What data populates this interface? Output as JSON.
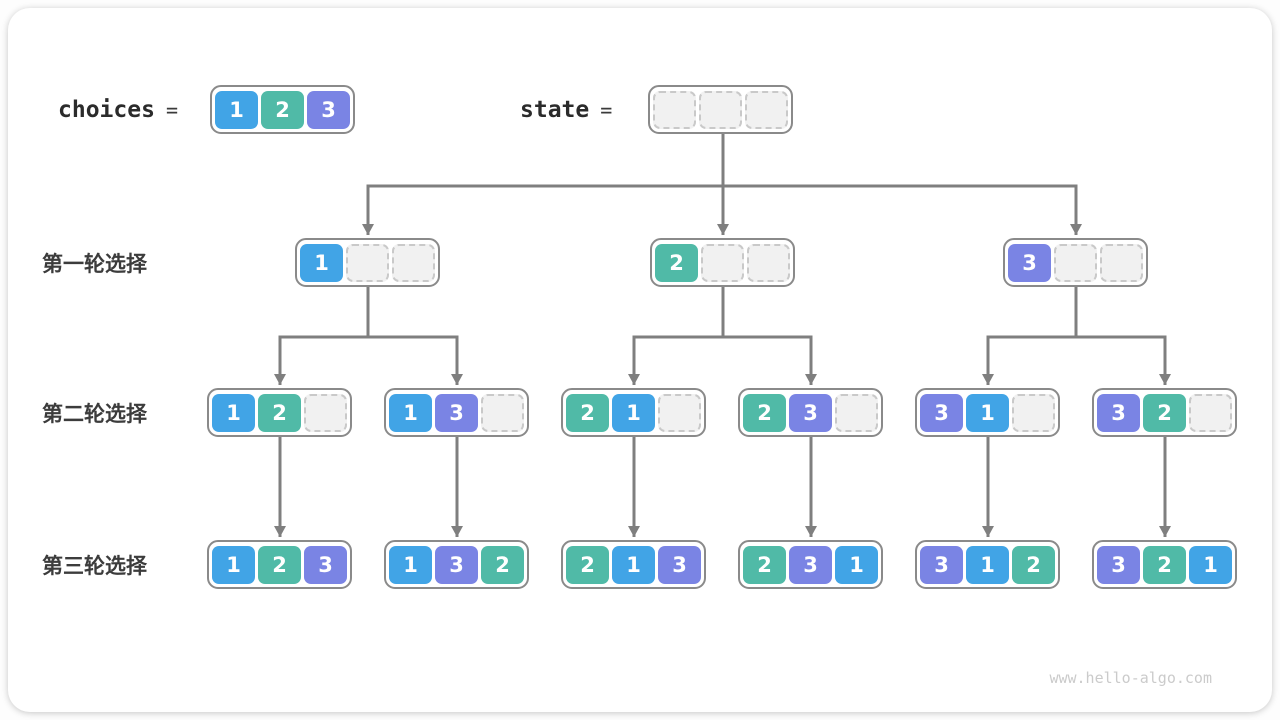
{
  "header": {
    "choices_label": "choices",
    "state_label": "state",
    "equals_sign": "=",
    "choices_values": [
      1,
      2,
      3
    ],
    "state_values": [
      null,
      null,
      null
    ]
  },
  "rounds": [
    {
      "label": "第一轮选择",
      "nodes": [
        [
          1,
          null,
          null
        ],
        [
          2,
          null,
          null
        ],
        [
          3,
          null,
          null
        ]
      ]
    },
    {
      "label": "第二轮选择",
      "nodes": [
        [
          1,
          2,
          null
        ],
        [
          1,
          3,
          null
        ],
        [
          2,
          1,
          null
        ],
        [
          2,
          3,
          null
        ],
        [
          3,
          1,
          null
        ],
        [
          3,
          2,
          null
        ]
      ]
    },
    {
      "label": "第三轮选择",
      "nodes": [
        [
          1,
          2,
          3
        ],
        [
          1,
          3,
          2
        ],
        [
          2,
          1,
          3
        ],
        [
          2,
          3,
          1
        ],
        [
          3,
          1,
          2
        ],
        [
          3,
          2,
          1
        ]
      ]
    }
  ],
  "colors": {
    "value_1": "#41A4E6",
    "value_2": "#50BAA7",
    "value_3": "#7A84E4",
    "connector": "#7F7F7F",
    "node_border": "#8A8A8A",
    "empty_fill": "#F1F1F1",
    "empty_border": "#C9C9C9"
  },
  "footer": {
    "watermark": "www.hello-algo.com"
  }
}
